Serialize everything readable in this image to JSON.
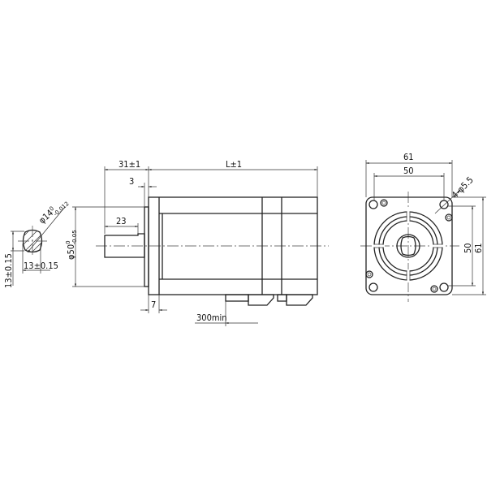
{
  "drawing": {
    "dimensions": {
      "shaft_protrusion": "31±1",
      "body_length": "L±1",
      "pilot_depth": "3",
      "shaft_key_length": "23",
      "pilot_diameter": {
        "base": "φ50",
        "upper": "0",
        "lower": "-0.05"
      },
      "flange_thickness": "7",
      "lead_length": "300min",
      "shaft_diameter": {
        "base": "φ14",
        "upper": "0",
        "lower": "-0.012"
      },
      "section_height": "13±0.15",
      "section_width": "13±0.15",
      "flange_width": "61",
      "hole_spacing_h": "50",
      "mount_holes": "4-φ5.5",
      "hole_spacing_v": "50",
      "flange_height": "61"
    },
    "line_color": "#222222"
  }
}
